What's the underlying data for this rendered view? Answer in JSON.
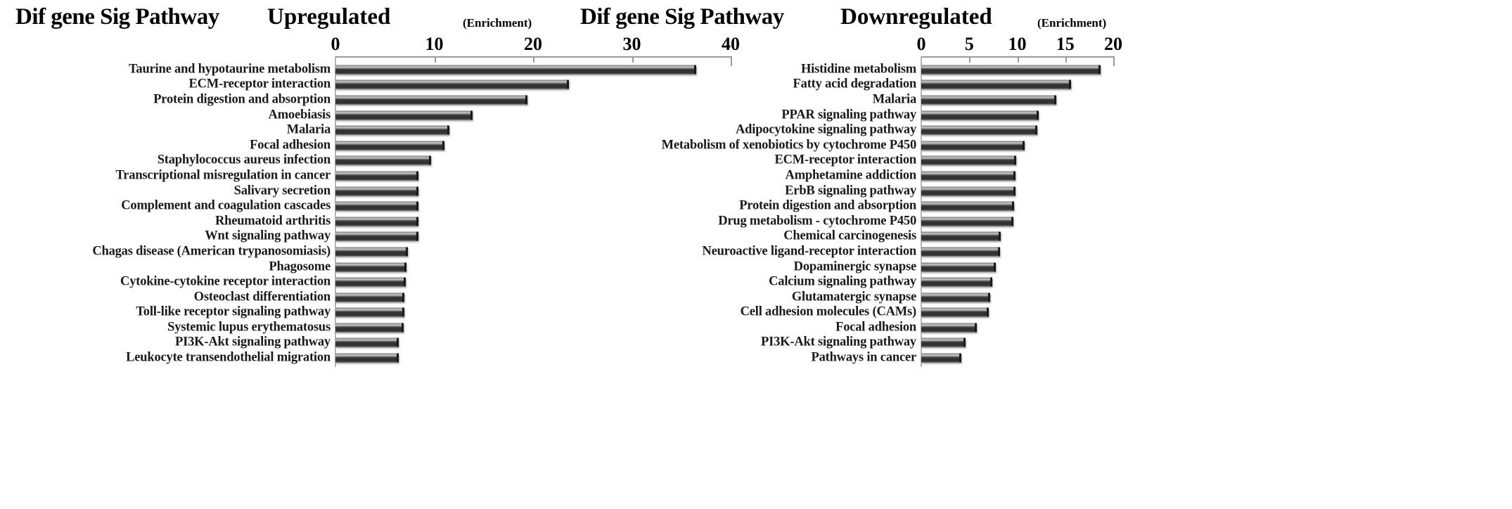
{
  "left": {
    "title_main": "Dif gene Sig Pathway",
    "title_sub": "Upregulated",
    "axis_caption": "(Enrichment)"
  },
  "right": {
    "title_main": "Dif gene Sig Pathway",
    "title_sub": "Downregulated",
    "axis_caption": "(Enrichment)"
  },
  "chart_data": [
    {
      "type": "bar",
      "orientation": "horizontal",
      "title": "Dif gene Sig Pathway Upregulated",
      "xlabel": "(Enrichment)",
      "ylabel": "",
      "xlim": [
        0,
        40
      ],
      "xticks": [
        0,
        10,
        20,
        30,
        40
      ],
      "xtick_labels": [
        "0",
        "10",
        "20",
        "30",
        "40"
      ],
      "grid": false,
      "legend": "none",
      "categories": [
        "Taurine and hypotaurine metabolism",
        "ECM-receptor interaction",
        "Protein digestion and absorption",
        "Amoebiasis",
        "Malaria",
        "Focal adhesion",
        "Staphylococcus aureus infection",
        "Transcriptional misregulation in cancer",
        "Salivary secretion",
        "Complement and coagulation cascades",
        "Rheumatoid arthritis",
        "Wnt signaling pathway",
        "Chagas disease (American trypanosomiasis)",
        "Phagosome",
        "Cytokine-cytokine receptor interaction",
        "Osteoclast differentiation",
        "Toll-like receptor signaling pathway",
        "Systemic lupus erythematosus",
        "PI3K-Akt signaling pathway",
        "Leukocyte transendothelial migration"
      ],
      "values": [
        36.5,
        23.6,
        19.4,
        13.9,
        11.5,
        11.0,
        9.7,
        8.4,
        8.4,
        8.4,
        8.4,
        8.4,
        7.3,
        7.2,
        7.1,
        7.0,
        7.0,
        6.9,
        6.4,
        6.4
      ]
    },
    {
      "type": "bar",
      "orientation": "horizontal",
      "title": "Dif gene Sig Pathway Downregulated",
      "xlabel": "(Enrichment)",
      "ylabel": "",
      "xlim": [
        0,
        20
      ],
      "xticks": [
        0,
        5,
        10,
        15,
        20
      ],
      "xtick_labels": [
        "0",
        "5",
        "10",
        "15",
        "20"
      ],
      "grid": false,
      "legend": "none",
      "categories": [
        "Histidine metabolism",
        "Fatty acid degradation",
        "Malaria",
        "PPAR signaling pathway",
        "Adipocytokine signaling pathway",
        "Metabolism of xenobiotics by cytochrome P450",
        "ECM-receptor interaction",
        "Amphetamine addiction",
        "ErbB signaling pathway",
        "Protein digestion and absorption",
        "Drug metabolism - cytochrome P450",
        "Chemical carcinogenesis",
        "Neuroactive ligand-receptor interaction",
        "Dopaminergic synapse",
        "Calcium signaling pathway",
        "Glutamatergic synapse",
        "Cell adhesion molecules (CAMs)",
        "Focal adhesion",
        "PI3K-Akt signaling pathway",
        "Pathways in cancer"
      ],
      "values": [
        18.7,
        15.6,
        14.1,
        12.2,
        12.1,
        10.8,
        9.9,
        9.8,
        9.8,
        9.7,
        9.6,
        8.3,
        8.2,
        7.8,
        7.4,
        7.2,
        7.0,
        5.8,
        4.6,
        4.2
      ]
    }
  ]
}
